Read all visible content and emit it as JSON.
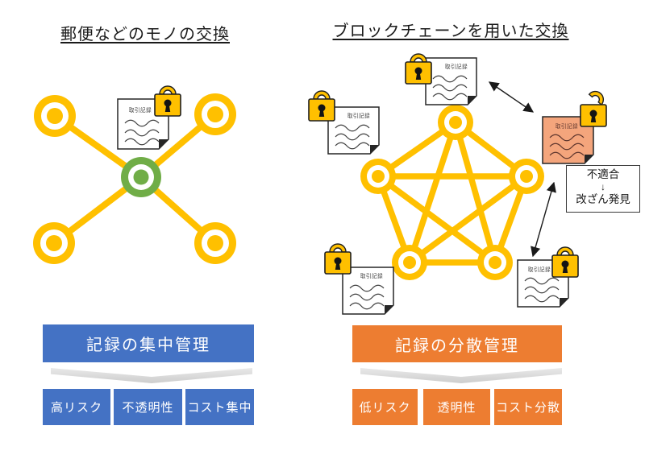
{
  "left": {
    "title": "郵便などのモノの交換",
    "banner": "記録の集中管理",
    "boxes": [
      "高リスク",
      "不透明性",
      "コスト集中"
    ]
  },
  "right": {
    "title": "ブロックチェーンを用いた交換",
    "banner": "記録の分散管理",
    "boxes": [
      "低リスク",
      "透明性",
      "コスト分散"
    ],
    "note": [
      "不適合",
      "↓",
      "改ざん発見"
    ]
  },
  "doc_label": "取引記録",
  "colors": {
    "yellow": "#FFC000",
    "green": "#70AD47",
    "blue": "#4472C4",
    "orange": "#ED7D31",
    "salmon": "#F4A57C",
    "chevron_gray": "#D9D9D9"
  }
}
